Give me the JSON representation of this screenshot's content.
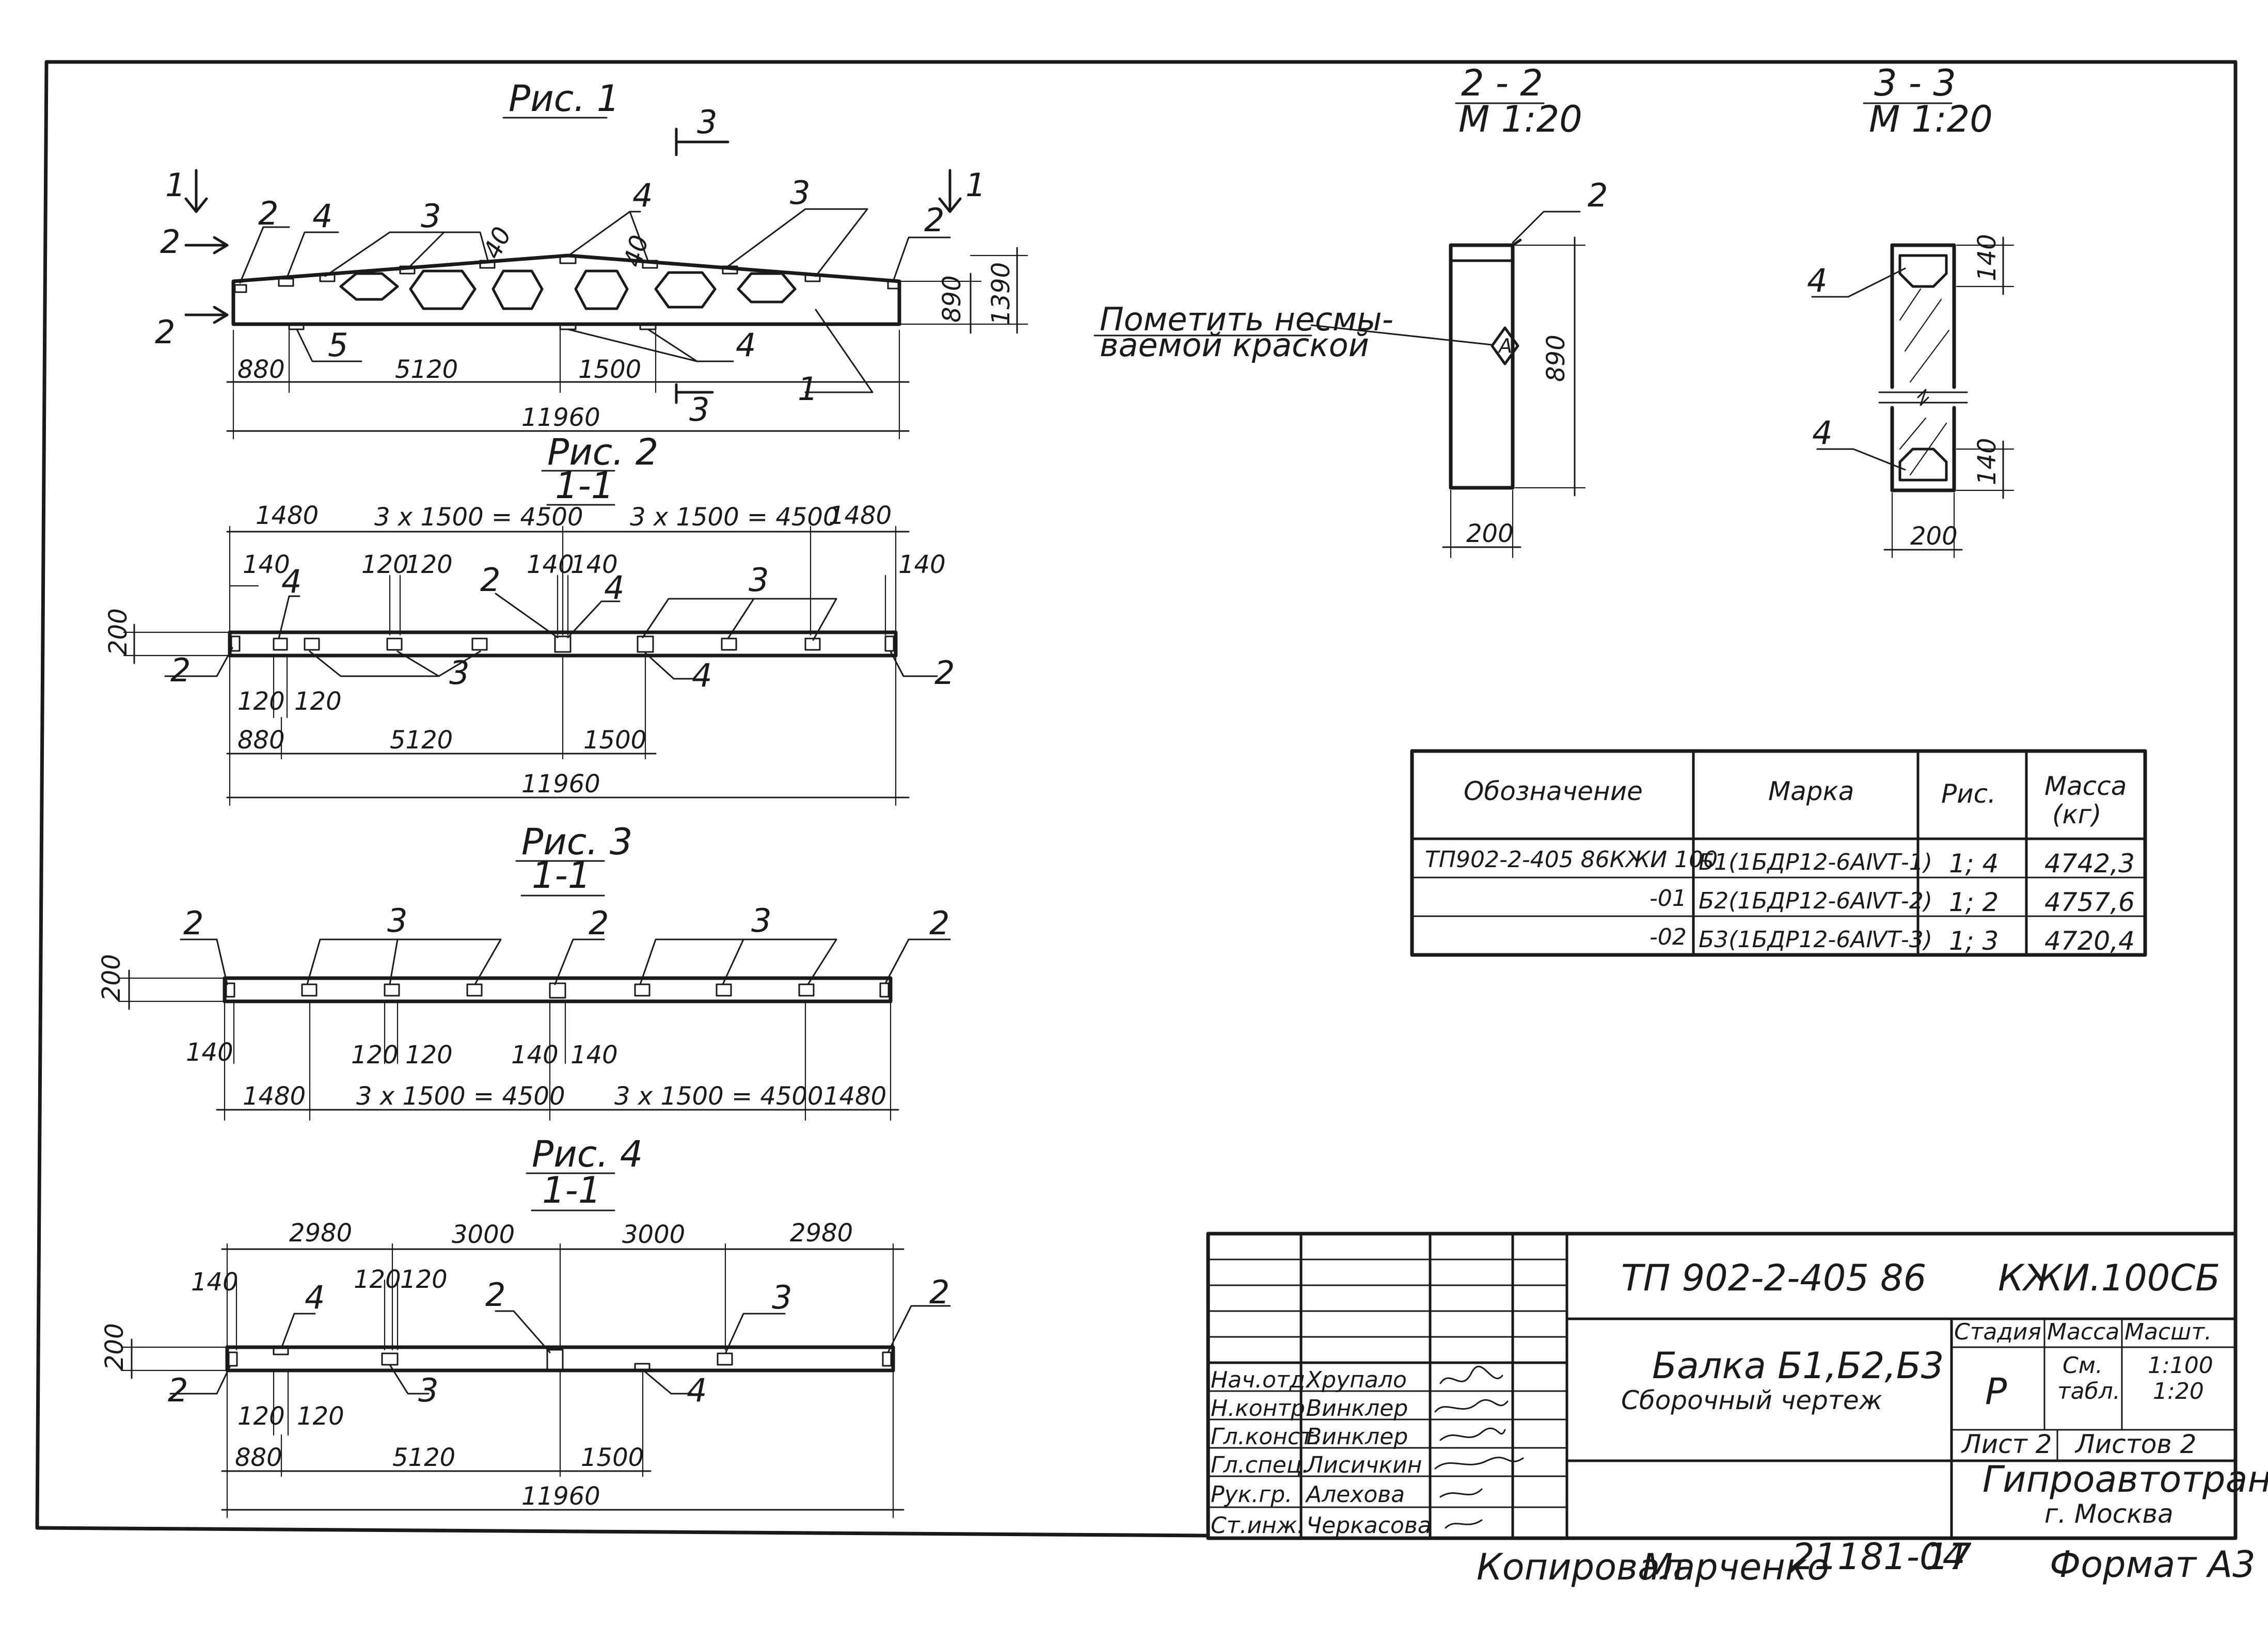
{
  "figures": {
    "fig1": {
      "title": "Рис. 1",
      "cut_3_top": "3",
      "cut_3_bottom": "3",
      "cut_1_left": "1",
      "cut_1_right": "1",
      "cut_2_top": "2",
      "cut_2_bottom": "2",
      "callouts": {
        "c2a": "2",
        "c4a": "4",
        "c3": "3",
        "c4b": "4",
        "c3b": "3",
        "c2b": "2",
        "c5": "5",
        "c4c": "4",
        "c1": "1"
      },
      "dims": {
        "d40a": "40",
        "d40b": "40",
        "d890": "890",
        "d1390": "1390",
        "d880": "880",
        "d5120": "5120",
        "d1500": "1500",
        "d11960": "11960"
      }
    },
    "fig2": {
      "title": "Рис. 2",
      "section": "1-1",
      "callouts": {
        "c4a": "4",
        "c2a": "2",
        "c4b": "4",
        "c3a": "3",
        "c2b": "2",
        "c3b": "3",
        "c4c": "4",
        "c2c": "2"
      },
      "dims": {
        "d1480a": "1480",
        "d4500a": "3 х 1500 = 4500",
        "d4500b": "3 х 1500 = 4500",
        "d1480b": "1480",
        "d140a": "140",
        "d120a": "120",
        "d120b": "120",
        "d140b": "140",
        "d140c": "140",
        "d140d": "140",
        "d200": "200",
        "d120c": "120",
        "d120d": "120",
        "d880": "880",
        "d5120": "5120",
        "d1500": "1500",
        "d11960": "11960"
      }
    },
    "fig3": {
      "title": "Рис. 3",
      "section": "1-1",
      "callouts": {
        "c2a": "2",
        "c3a": "3",
        "c2b": "2",
        "c3b": "3",
        "c2c": "2"
      },
      "dims": {
        "d200": "200",
        "d140a": "140",
        "d120a": "120",
        "d120b": "120",
        "d140b": "140",
        "d140c": "140",
        "d1480a": "1480",
        "d4500a": "3 х 1500 = 4500",
        "d4500b": "3 х 1500 = 4500",
        "d1480b": "1480"
      }
    },
    "fig4": {
      "title": "Рис. 4",
      "section": "1-1",
      "callouts": {
        "c4a": "4",
        "c2a": "2",
        "c3a": "3",
        "c2b": "2",
        "c2c": "2",
        "c3b": "3",
        "c4b": "4"
      },
      "dims": {
        "d2980a": "2980",
        "d3000a": "3000",
        "d3000b": "3000",
        "d2980b": "2980",
        "d140": "140",
        "d120a": "120",
        "d120b": "120",
        "d200": "200",
        "d120c": "120",
        "d120d": "120",
        "d880": "880",
        "d5120": "5120",
        "d1500": "1500",
        "d11960": "11960"
      }
    }
  },
  "sections": {
    "s22": {
      "title": "2 - 2",
      "scale": "М 1:20",
      "callout": "2",
      "note_line1": "Пометить несмы-",
      "note_line2": "ваемой краской",
      "marker": "А",
      "dim_h": "890",
      "dim_w": "200"
    },
    "s33": {
      "title": "3 - 3",
      "scale": "М 1:20",
      "callout_top": "4",
      "callout_bottom": "4",
      "dim_top": "140",
      "dim_bottom": "140",
      "dim_w": "200"
    }
  },
  "table": {
    "headers": {
      "designation": "Обозначение",
      "mark": "Марка",
      "fig": "Рис.",
      "mass_line1": "Масса",
      "mass_line2": "(кг)"
    },
    "rows": [
      {
        "designation": "ТП902-2-405 86КЖИ 100",
        "mark": "Б1(1БДР12-6АⅣТ-1)",
        "fig": "1; 4",
        "mass": "4742,3"
      },
      {
        "designation": "-01",
        "mark": "Б2(1БДР12-6АⅣТ-2)",
        "fig": "1; 2",
        "mass": "4757,6"
      },
      {
        "designation": "-02",
        "mark": "Б3(1БДР12-6АⅣТ-3)",
        "fig": "1; 3",
        "mass": "4720,4"
      }
    ]
  },
  "title_block": {
    "doc_code": "ТП 902-2-405 86",
    "doc_mark": "КЖИ.100СБ",
    "name_line1": "Балка Б1,Б2,Б3",
    "name_line2": "Сборочный чертеж",
    "stage_label": "Стадия",
    "mass_label": "Масса",
    "scale_label": "Масшт.",
    "stage_value": "Р",
    "mass_value_1": "См.",
    "mass_value_2": "табл.",
    "scale_value_1": "1:100",
    "scale_value_2": "1:20",
    "sheet_label": "Лист 2",
    "sheets_label": "Листов 2",
    "org_line1": "Гипроавтотранс",
    "org_line2": "г. Москва",
    "staff": [
      {
        "role": "Нач.отд.",
        "name": "Хрупало"
      },
      {
        "role": "Н.контр.",
        "name": "Винклер"
      },
      {
        "role": "Гл.конст.",
        "name": "Винклер"
      },
      {
        "role": "Гл.спец.",
        "name": "Лисичкин"
      },
      {
        "role": "Рук.гр.",
        "name": "Алехова"
      },
      {
        "role": "Ст.инж.",
        "name": "Черкасова"
      }
    ]
  },
  "footer": {
    "copied_label": "Копировал",
    "copied_name": "Марченко",
    "archive_no": "21181-04",
    "sheet_no": "17",
    "format": "Формат А3"
  }
}
